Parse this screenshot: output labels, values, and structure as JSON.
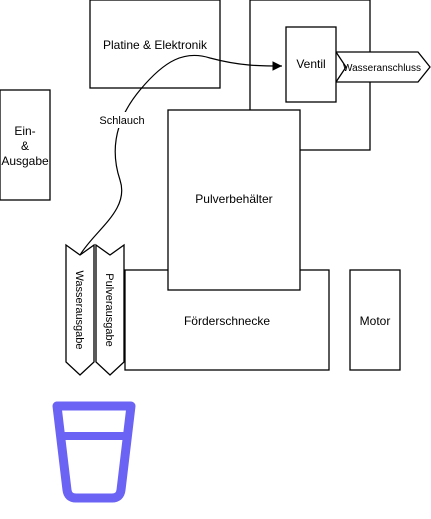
{
  "blocks": {
    "platine": "Platine & Elektronik",
    "ventil": "Ventil",
    "wasseranschluss": "Wasseranschluss",
    "ein_ausgabe": [
      "Ein-",
      "&",
      "Ausgabe"
    ],
    "pulverbehaelter": "Pulverbehälter",
    "foerderschnecke": "Förderschnecke",
    "motor": "Motor",
    "wasserausgabe": "Wasserausgabe",
    "pulverausgabe": "Pulverausgabe"
  },
  "labels": {
    "schlauch": "Schlauch"
  },
  "colors": {
    "stroke": "#000000",
    "cup": "#6b63f4",
    "background": "#ffffff"
  },
  "icons": {
    "cup": "glass-icon"
  }
}
